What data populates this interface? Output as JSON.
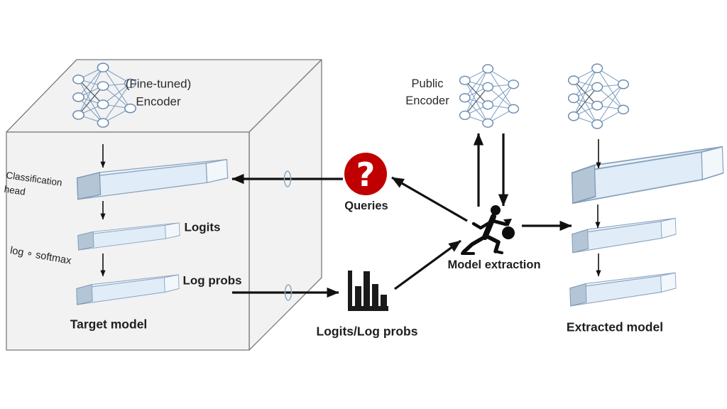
{
  "figure": {
    "target_box": {
      "encoder_label_line1": "(Fine-tuned)",
      "encoder_label_line2": "Encoder",
      "classification_head_line1": "Classification",
      "classification_head_line2": "head",
      "logits_label": "Logits",
      "log_softmax_label": "log ∘ softmax",
      "log_probs_label": "Log probs",
      "caption": "Target model"
    },
    "middle": {
      "queries_symbol": "?",
      "queries_label": "Queries",
      "logits_log_probs_label": "Logits/Log probs",
      "model_extraction_label": "Model extraction"
    },
    "right": {
      "public_encoder_line1": "Public",
      "public_encoder_line2": "Encoder",
      "caption": "Extracted model"
    },
    "icons": {
      "queries": "question-mark-circle",
      "logits_log_probs": "bar-chart",
      "model_extraction": "running-thief-with-bag",
      "encoders": "neural-network",
      "layers": "3d-vector-bar",
      "wall_ports": "ellipse-hole"
    },
    "colors": {
      "queries_red": "#c00000",
      "bar_front": "#e0edf8",
      "bar_top": "#edf4fb",
      "bar_end_cap": "#b4c5d6",
      "bar_stroke": "#8aa4bf",
      "box_fill": "#f2f2f2",
      "box_stroke": "#7a7a7a",
      "network_stroke": "#6b8cb0",
      "arrow": "#111111"
    }
  }
}
